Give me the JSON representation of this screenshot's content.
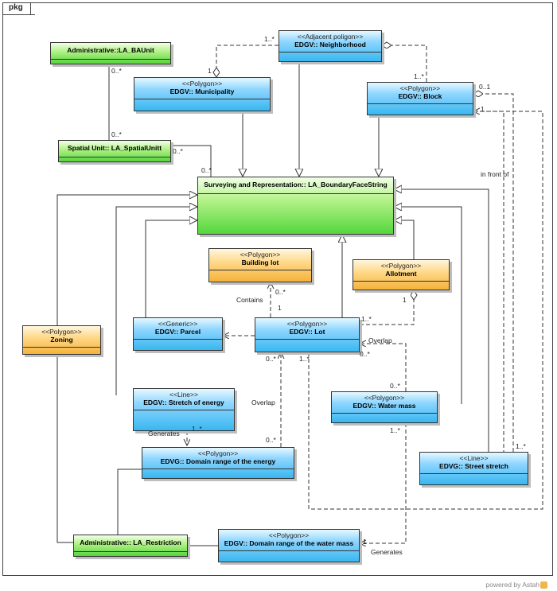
{
  "diagram": {
    "frame_label": "pkg",
    "footer": "powered by Astah",
    "classes": {
      "ba_unit": {
        "stereotype": "",
        "name": "Administrative::LA_BAUnit"
      },
      "spatial_unit": {
        "stereotype": "",
        "name": "Spatial Unit:: LA_SpatialUnitt"
      },
      "neighborhood": {
        "stereotype": "<<Adjacent poligon>>",
        "name": "EDGV:: Neighborhood"
      },
      "municipality": {
        "stereotype": "<<Polygon>>",
        "name": "EDGV:: Municipality"
      },
      "block": {
        "stereotype": "<<Polygon>>",
        "name": "EDGV:: Block"
      },
      "boundary": {
        "stereotype": "",
        "name": "Surveying and Representation:: LA_BoundaryFaceString"
      },
      "building_lot": {
        "stereotype": "<<Polygon>>",
        "name": "Building lot"
      },
      "allotment": {
        "stereotype": "<<Polygon>>",
        "name": "Allotment"
      },
      "zoning": {
        "stereotype": "<<Polygon>>",
        "name": "Zoning"
      },
      "parcel": {
        "stereotype": "<<Generic>>",
        "name": "EDGV:: Parcel"
      },
      "lot": {
        "stereotype": "<<Polygon>>",
        "name": "EDGV:: Lot"
      },
      "stretch_energy": {
        "stereotype": "<<Line>>",
        "name": "EDGV:: Stretch of energy"
      },
      "water_mass": {
        "stereotype": "<<Polygon>>",
        "name": "EDGV:: Water mass"
      },
      "domain_energy": {
        "stereotype": "<<Polygon>>",
        "name": "EDVG:: Domain range of the energy"
      },
      "street_stretch": {
        "stereotype": "<<Line>>",
        "name": "EDVG:: Street stretch"
      },
      "restriction": {
        "stereotype": "",
        "name": "Administrative:: LA_Restriction"
      },
      "domain_water": {
        "stereotype": "<<Polygon>>",
        "name": "EDGV:: Domain range of the water mass"
      }
    },
    "labels": {
      "in_front_of": "in front of",
      "contains": "Contains",
      "overlap_a": "Overlap",
      "overlap_b": "Overlap",
      "generates_a": "Generates",
      "generates_b": "Generates"
    },
    "multiplicities": {
      "m1": "1..*",
      "m2": "1",
      "m3": "1..*",
      "m4": "0..1",
      "m5": "1",
      "m6": "0..*",
      "m7": "0..*",
      "m8": "0..*",
      "m9": "0..*",
      "m10": "0..*",
      "m11": "1",
      "m12": "1",
      "m13": "1..*",
      "m14": "0..*",
      "m15": "1..*",
      "m16": "0..*",
      "m17": "0..*",
      "m18": "1..*",
      "m19": "0..*",
      "m20": "1..*",
      "m21": "1..*",
      "m22": "1"
    },
    "colors": {
      "entity": "#38b7f0",
      "legal": "#54d63b",
      "polygon": "#f5b23a",
      "line": "#333333"
    }
  }
}
